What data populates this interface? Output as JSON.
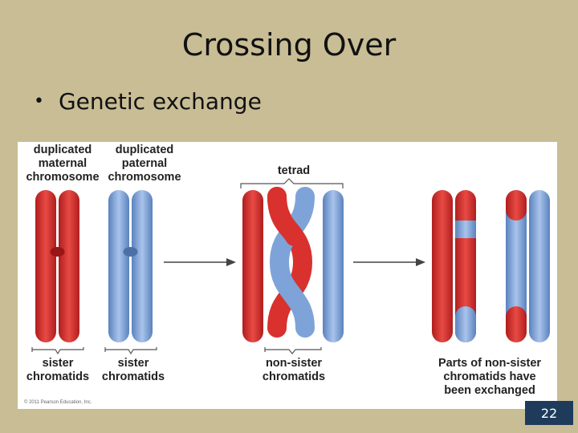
{
  "slide": {
    "title": "Crossing Over",
    "bullet": "Genetic exchange",
    "page_number": "22"
  },
  "figure": {
    "labels": {
      "maternal": "duplicated\nmaternal\nchromosome",
      "paternal": "duplicated\npaternal\nchromosome",
      "tetrad": "tetrad",
      "sister_left": "sister\nchromatids",
      "sister_right": "sister\nchromatids",
      "non_sister": "non-sister\nchromatids",
      "exchanged": "Parts of non-sister\nchromatids have\nbeen exchanged"
    },
    "credit": "© 2011 Pearson Education, Inc.",
    "colors": {
      "maternal": "#d8312e",
      "paternal": "#7ea3d8",
      "background": "#c8bd95"
    }
  }
}
